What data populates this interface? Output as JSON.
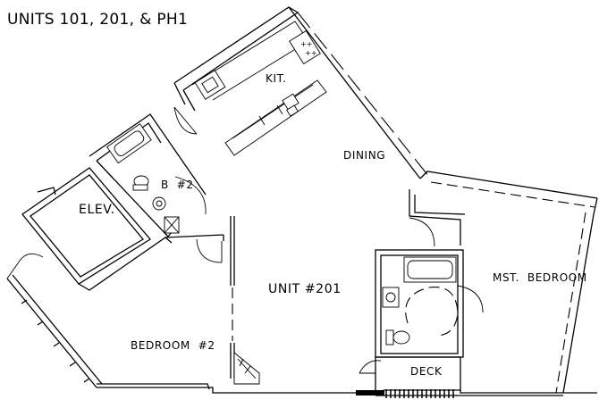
{
  "plan": {
    "title": "UNITS 101, 201, & PH1",
    "unit_label": "UNIT #201",
    "rooms": {
      "kitchen": "KIT.",
      "dining": "DINING",
      "bath2": "B  #2",
      "elevator": "ELEV.",
      "bedroom2": "BEDROOM  #2",
      "master_bedroom": "MST.  BEDROOM",
      "deck": "DECK"
    }
  }
}
